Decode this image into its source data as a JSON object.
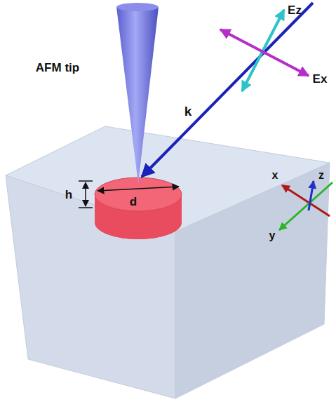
{
  "diagram": {
    "labels": [
      "AFM tip",
      "k",
      "Ez",
      "Ex",
      "x",
      "y",
      "z",
      "d",
      "h"
    ]
  }
}
